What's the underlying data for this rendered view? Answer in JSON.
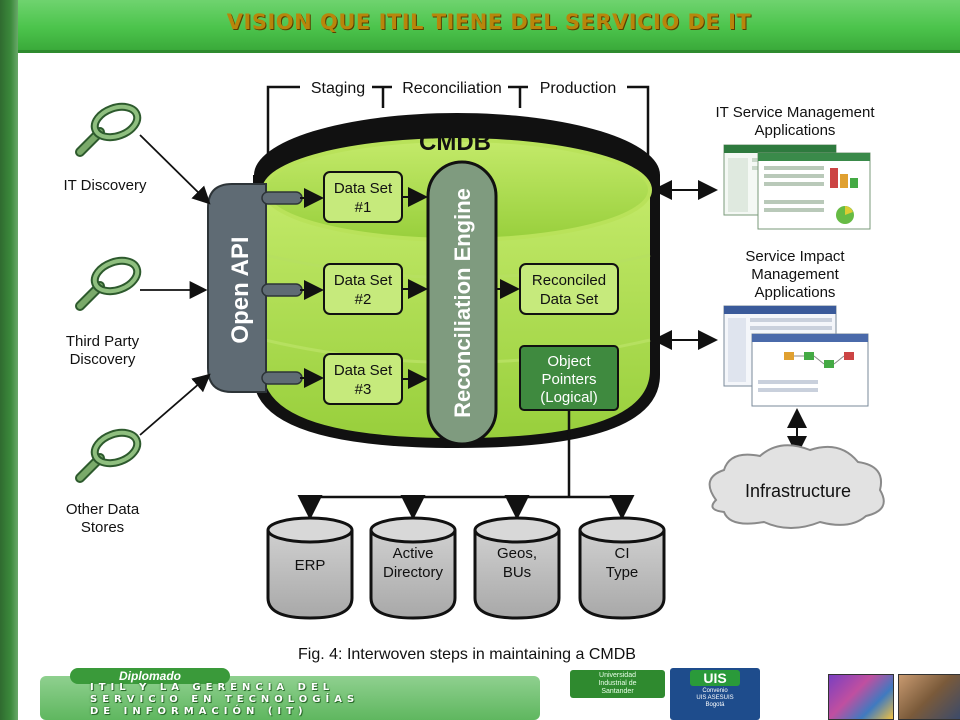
{
  "slide": {
    "title": "VISION QUE ITIL TIENE DEL SERVICIO DE IT"
  },
  "diagram": {
    "phases": [
      "Staging",
      "Reconciliation",
      "Production"
    ],
    "cmdb_label": "CMDB",
    "open_api_label": "Open API",
    "engine_label": "Reconciliation Engine",
    "data_sets": [
      {
        "line1": "Data Set",
        "line2": "#1"
      },
      {
        "line1": "Data Set",
        "line2": "#2"
      },
      {
        "line1": "Data Set",
        "line2": "#3"
      }
    ],
    "reconciled": {
      "line1": "Reconciled",
      "line2": "Data Set"
    },
    "object_pointers": {
      "line1": "Object",
      "line2": "Pointers",
      "line3": "(Logical)"
    },
    "sources": [
      {
        "line1": "IT Discovery",
        "line2": ""
      },
      {
        "line1": "Third Party",
        "line2": "Discovery"
      },
      {
        "line1": "Other Data",
        "line2": "Stores"
      }
    ],
    "apps": {
      "itsm": {
        "line1": "IT Service Management",
        "line2": "Applications"
      },
      "sim": {
        "line1": "Service Impact",
        "line2": "Management",
        "line3": "Applications"
      }
    },
    "infrastructure": "Infrastructure",
    "stores": [
      {
        "line1": "ERP",
        "line2": ""
      },
      {
        "line1": "Active",
        "line2": "Directory"
      },
      {
        "line1": "Geos,",
        "line2": "BUs"
      },
      {
        "line1": "CI",
        "line2": "Type"
      }
    ],
    "caption": "Fig. 4: Interwoven steps in maintaining a CMDB"
  },
  "footer": {
    "banner_tag": "Diplomado",
    "banner_lines": [
      "ITIL Y LA GERENCIA DEL",
      "SERVICIO EN TECNOLOGÍAS",
      "DE INFORMACIÓN (IT)"
    ],
    "university": [
      "Universidad",
      "Industrial de",
      "Santander"
    ],
    "uis_logo": "UIS",
    "uis_sub": [
      "Convenio",
      "UIS ASESUIS",
      "Bogotá"
    ]
  },
  "colors": {
    "title_green": "#4cc44c",
    "title_text": "#b8860b",
    "cmdb_green": "#a6d94a",
    "cmdb_dark": "#111111",
    "engine": "#7f9b7f",
    "api": "#5f6b74"
  }
}
